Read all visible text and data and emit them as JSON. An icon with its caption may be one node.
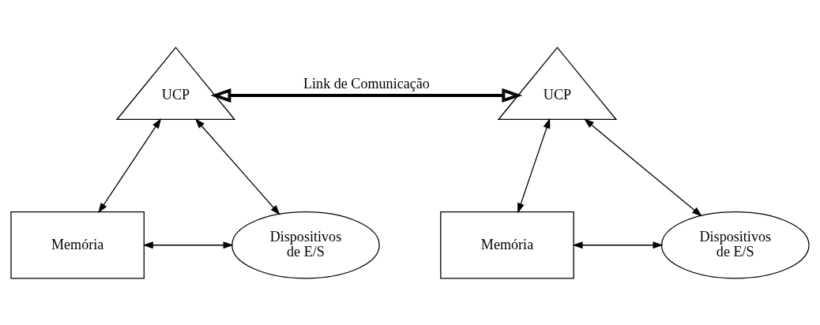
{
  "diagram": {
    "nodes": [
      {
        "text": [
          "UCP"
        ]
      },
      {
        "text": [
          "Memória"
        ]
      },
      {
        "text": [
          "Dispositivos de E/S"
        ]
      },
      {
        "text": [
          "UCP"
        ]
      },
      {
        "text": [
          "Memória"
        ]
      },
      {
        "text": [
          "Dispositivos de E/S"
        ]
      }
    ],
    "edges": [
      {
        "from": 0,
        "to": 1,
        "arrow": "both"
      },
      {
        "from": 0,
        "to": 2,
        "arrow": "both"
      },
      {
        "from": 1,
        "to": 2,
        "arrow": "both"
      },
      {
        "from": 0,
        "to": 3,
        "arrow": "both",
        "label": "Link de Comunicação",
        "style": "thick"
      },
      {
        "from": 3,
        "to": 4,
        "arrow": "both"
      },
      {
        "from": 3,
        "to": 5,
        "arrow": "both"
      },
      {
        "from": 4,
        "to": 5,
        "arrow": "both"
      }
    ]
  }
}
